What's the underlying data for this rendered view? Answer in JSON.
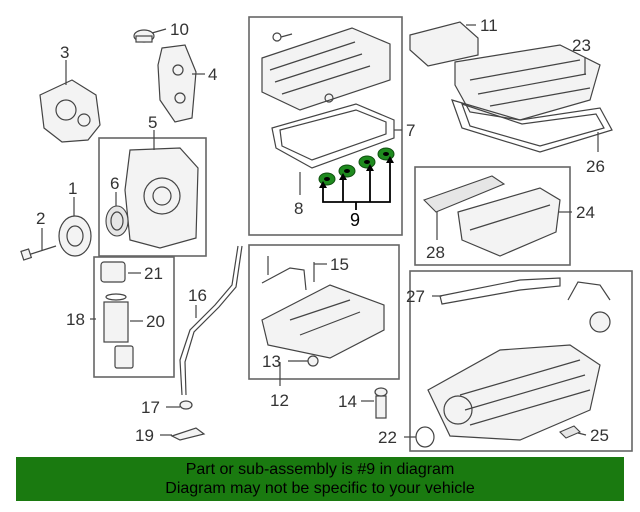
{
  "callouts": [
    "1",
    "2",
    "3",
    "4",
    "5",
    "6",
    "7",
    "8",
    "9",
    "10",
    "11",
    "12",
    "13",
    "14",
    "15",
    "16",
    "17",
    "18",
    "19",
    "20",
    "21",
    "22",
    "23",
    "24",
    "25",
    "26",
    "27",
    "28"
  ],
  "banner": {
    "line1": "Part or sub-assembly is #9 in diagram",
    "line2": "Diagram may not be specific to your vehicle",
    "color": "#1a7a10"
  },
  "highlight_color": "#1e8a1e"
}
